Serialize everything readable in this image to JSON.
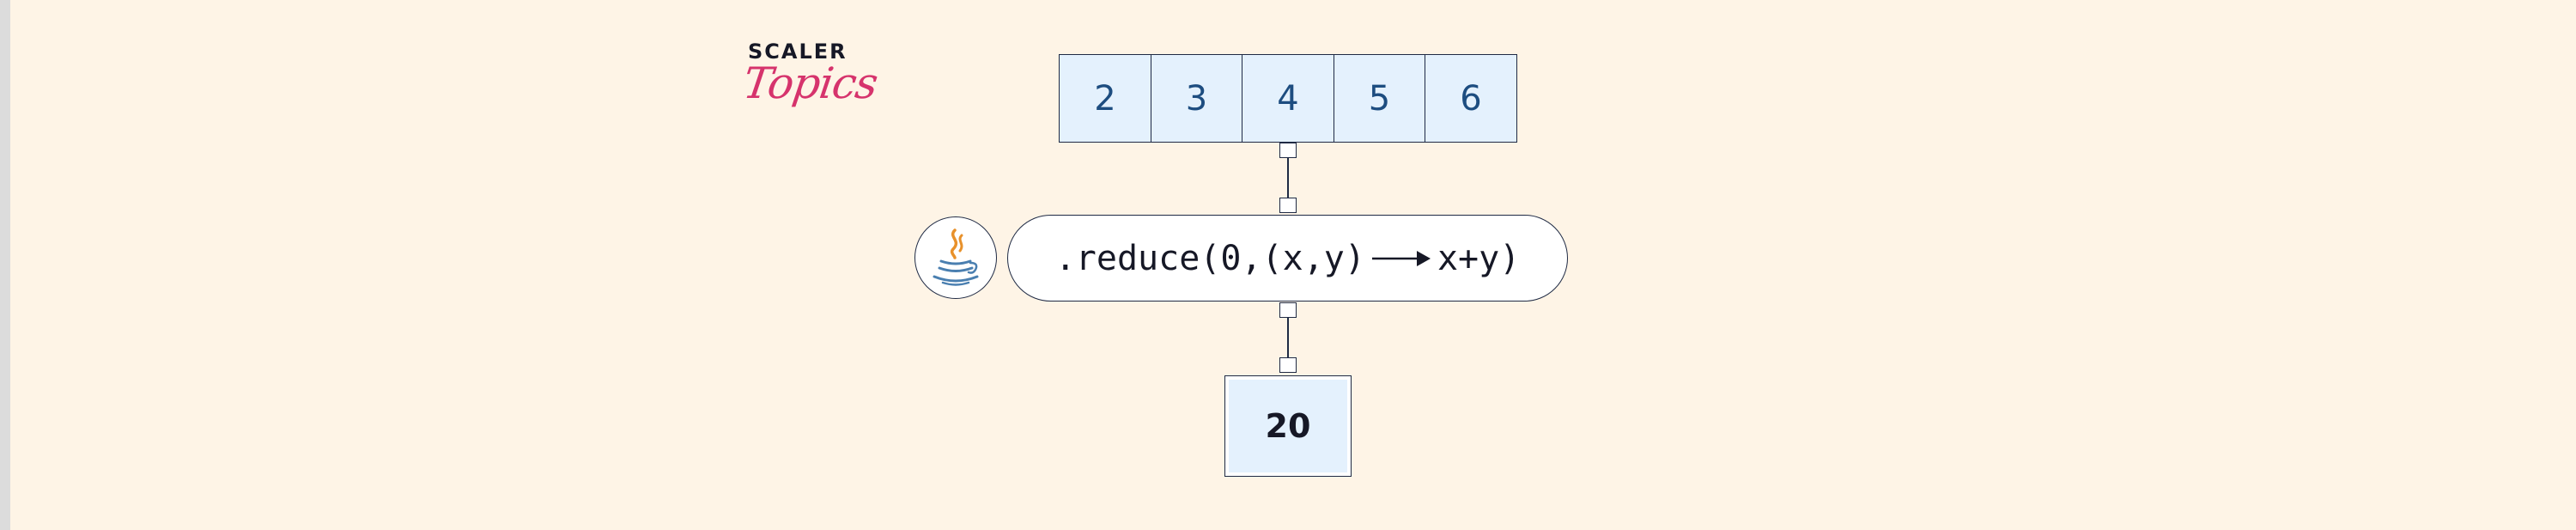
{
  "logo": {
    "top_text": "SCALER",
    "bottom_text": "Topics",
    "color": "#d6336c"
  },
  "input_array": [
    "2",
    "3",
    "4",
    "5",
    "6"
  ],
  "java_icon": "java-coffee-cup-icon",
  "reduce": {
    "prefix": ".reduce(0,(x,y)",
    "arrow_icon": "right-arrow-icon",
    "suffix": "x+y)"
  },
  "result": "20",
  "colors": {
    "background": "#fef4e6",
    "cell_fill": "#e4f1fd",
    "cell_text": "#1d4d80",
    "stroke": "#1f2a44"
  }
}
